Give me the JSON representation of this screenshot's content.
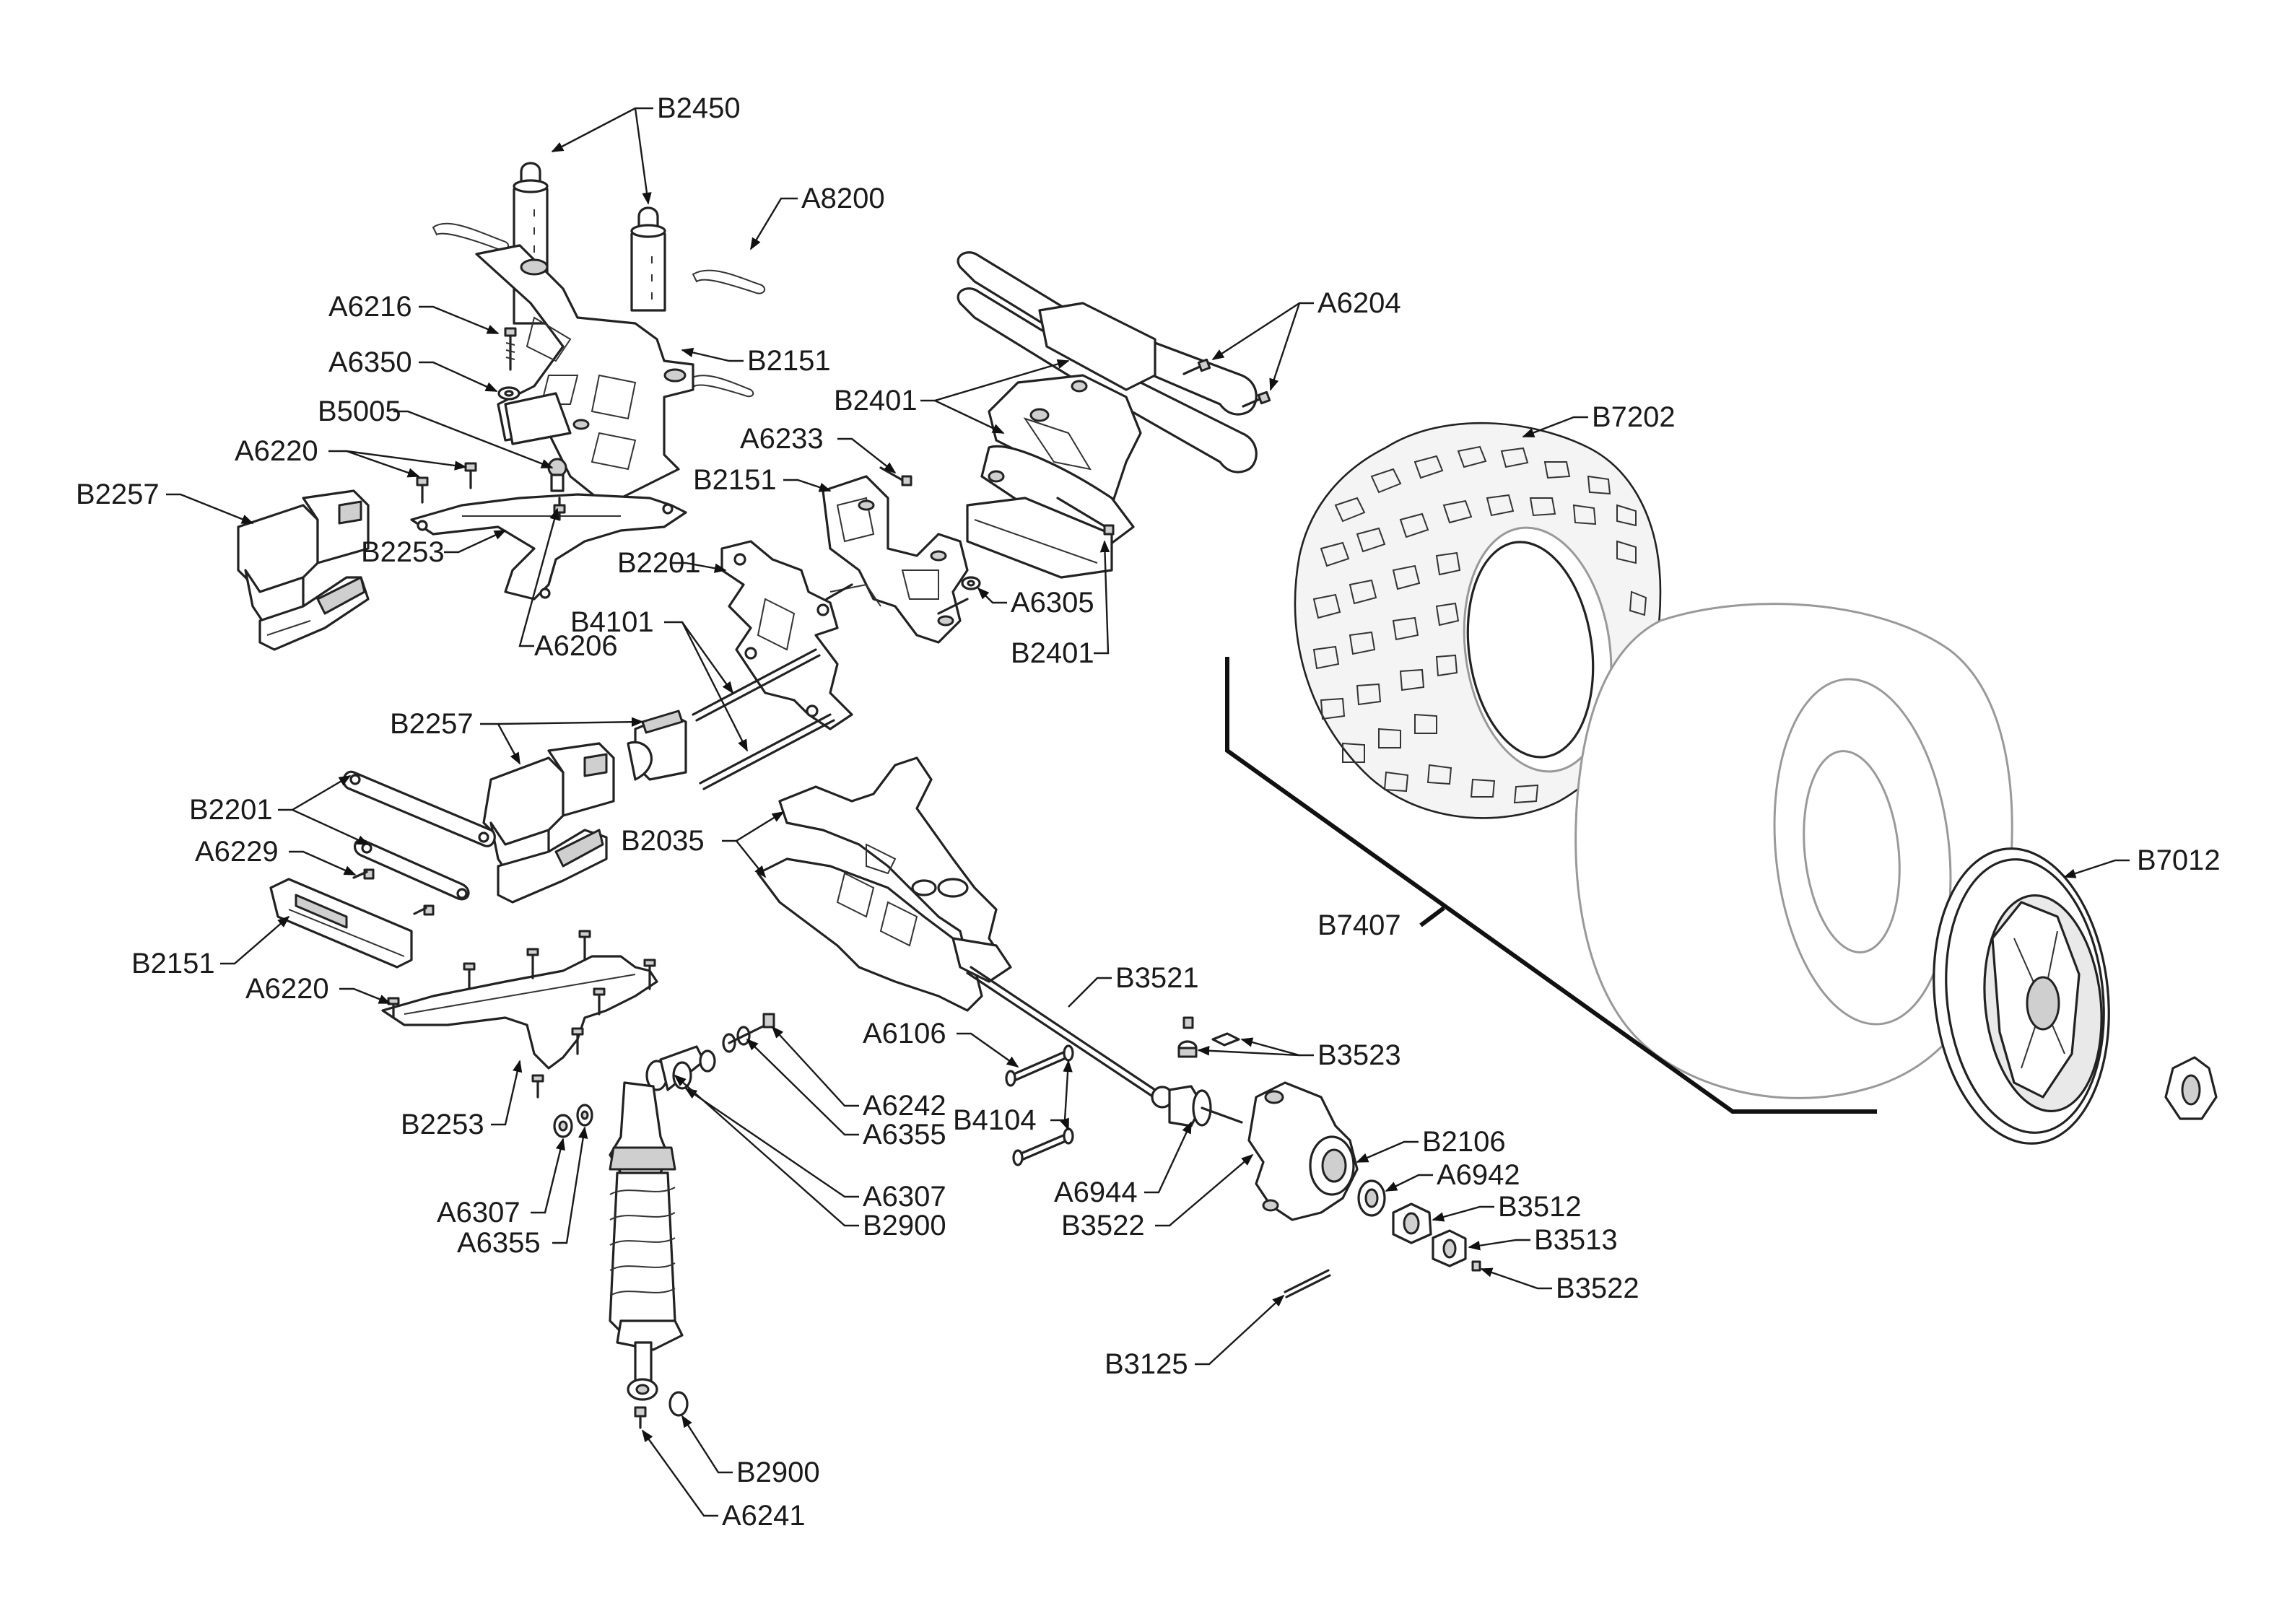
{
  "labels": [
    {
      "text": "B2450"
    },
    {
      "text": "A8200"
    },
    {
      "text": "A6204"
    },
    {
      "text": "A6216"
    },
    {
      "text": "A6350"
    },
    {
      "text": "B2151"
    },
    {
      "text": "B2401"
    },
    {
      "text": "B7202"
    },
    {
      "text": "B5005"
    },
    {
      "text": "A6220"
    },
    {
      "text": "A6233"
    },
    {
      "text": "B2257"
    },
    {
      "text": "B2151"
    },
    {
      "text": "B2253"
    },
    {
      "text": "B2201"
    },
    {
      "text": "A6305"
    },
    {
      "text": "B4101"
    },
    {
      "text": "B2401"
    },
    {
      "text": "A6206"
    },
    {
      "text": "B2257"
    },
    {
      "text": "B2201"
    },
    {
      "text": "B2035"
    },
    {
      "text": "A6229"
    },
    {
      "text": "B7012"
    },
    {
      "text": "B7407"
    },
    {
      "text": "B2151"
    },
    {
      "text": "B3521"
    },
    {
      "text": "A6220"
    },
    {
      "text": "A6106"
    },
    {
      "text": "B3523"
    },
    {
      "text": "A6242"
    },
    {
      "text": "A6355"
    },
    {
      "text": "B4104"
    },
    {
      "text": "B2253"
    },
    {
      "text": "B2106"
    },
    {
      "text": "A6942"
    },
    {
      "text": "A6307"
    },
    {
      "text": "A6944"
    },
    {
      "text": "B3512"
    },
    {
      "text": "A6307"
    },
    {
      "text": "B2900"
    },
    {
      "text": "B3522"
    },
    {
      "text": "B3513"
    },
    {
      "text": "A6355"
    },
    {
      "text": "B3522"
    },
    {
      "text": "B3125"
    },
    {
      "text": "B2900"
    },
    {
      "text": "A6241"
    }
  ]
}
